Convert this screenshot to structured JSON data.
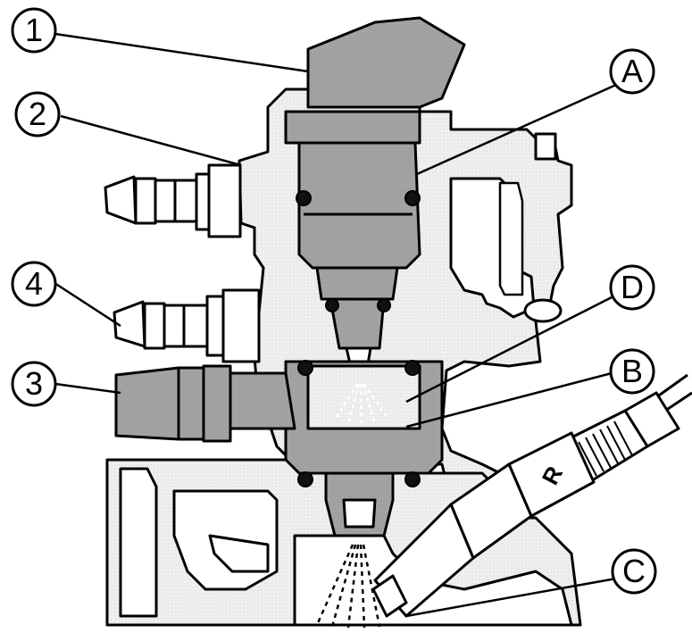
{
  "diagram": {
    "callouts": [
      {
        "id": "1",
        "text": "1",
        "part": "injector"
      },
      {
        "id": "2",
        "text": "2",
        "part": "pump-housing"
      },
      {
        "id": "3",
        "text": "3",
        "part": "intake-connector"
      },
      {
        "id": "4",
        "text": "4",
        "part": "hose-nipple"
      },
      {
        "id": "A",
        "text": "A",
        "part": "injector-seal-area"
      },
      {
        "id": "B",
        "text": "B",
        "part": "mixing-chamber"
      },
      {
        "id": "C",
        "text": "C",
        "part": "spark-gap"
      },
      {
        "id": "D",
        "text": "D",
        "part": "spray-zone"
      }
    ],
    "spark_plug_marking": "R"
  },
  "colors": {
    "housing": "#ececec",
    "component": "#a8a8a8",
    "dark_component": "#8f8f8f",
    "outline": "#000000",
    "background": "#ffffff"
  }
}
